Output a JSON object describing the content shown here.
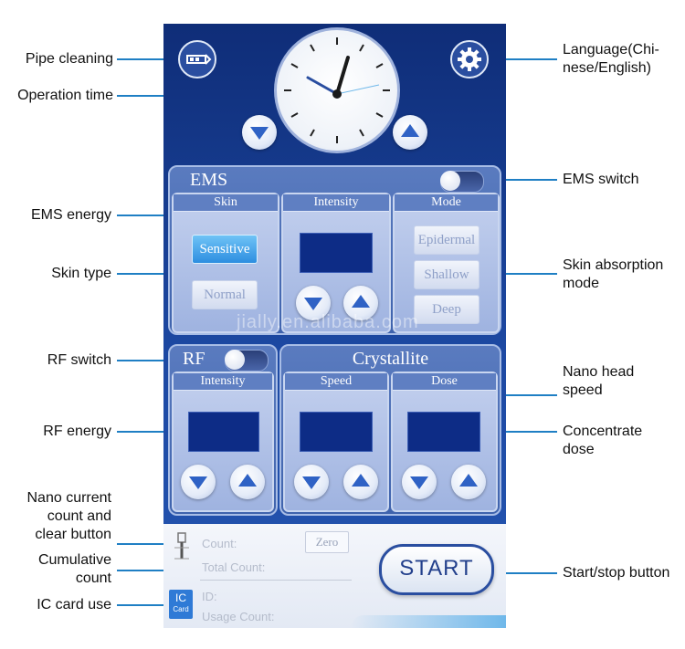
{
  "callouts": {
    "pipe_cleaning": "Pipe cleaning",
    "operation_time": "Operation time",
    "ems_energy": "EMS energy",
    "skin_type": "Skin type",
    "rf_switch": "RF switch",
    "rf_energy": "RF energy",
    "nano_current_1": "Nano current",
    "nano_current_2": "count and",
    "nano_current_3": "clear button",
    "cumulative_1": "Cumulative",
    "cumulative_2": "count",
    "ic_card": "IC card use",
    "language_1": "Language(Chi-",
    "language_2": "nese/English)",
    "ems_switch": "EMS switch",
    "skin_absorption_1": "Skin absorption",
    "skin_absorption_2": "mode",
    "nano_speed_1": "Nano head",
    "nano_speed_2": "speed",
    "concentrate_1": "Concentrate",
    "concentrate_2": "dose",
    "start_stop": "Start/stop button"
  },
  "ems": {
    "title": "EMS",
    "skin_title": "Skin",
    "intensity_title": "Intensity",
    "mode_title": "Mode",
    "skin_options": [
      "Sensitive",
      "Normal"
    ],
    "skin_selected": "Sensitive",
    "mode_options": [
      "Epidermal",
      "Shallow",
      "Deep"
    ],
    "switch_on": false
  },
  "rf": {
    "title": "RF",
    "intensity_title": "Intensity",
    "switch_on": false
  },
  "crystallite": {
    "title": "Crystallite",
    "speed_title": "Speed",
    "dose_title": "Dose"
  },
  "bottom": {
    "count_label": "Count:",
    "zero_label": "Zero",
    "total_count_label": "Total Count:",
    "id_label": "ID:",
    "usage_count_label": "Usage Count:",
    "ic_label_1": "IC",
    "ic_label_2": "Card",
    "start_label": "START"
  },
  "watermark": "jially.en.alibaba.com",
  "icons": [
    "pipe-cleaning-icon",
    "clock-icon",
    "gear-icon",
    "chevron-down-icon",
    "chevron-up-icon",
    "ic-card-icon",
    "nano-pen-icon"
  ],
  "colors": {
    "screen_top": "#0f2d78",
    "accent": "#1f7fc4",
    "display": "#0d2c86",
    "active_option": "#2d8ee0"
  }
}
